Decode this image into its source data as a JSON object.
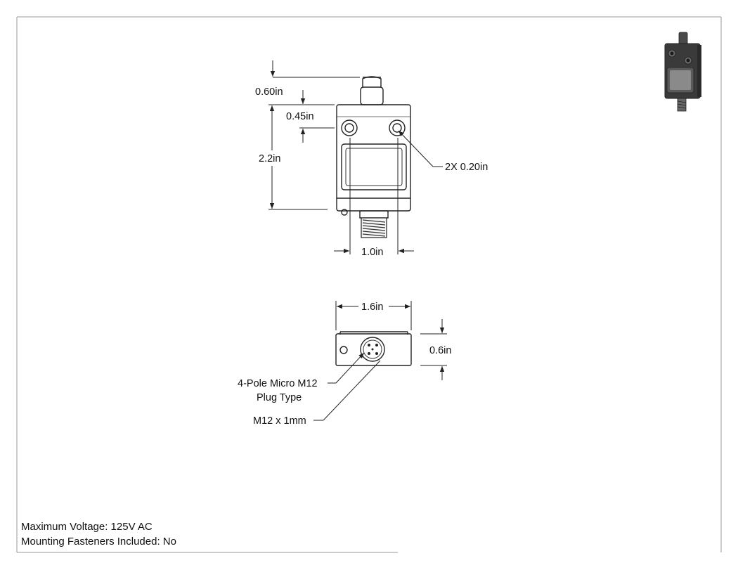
{
  "top_view": {
    "dim_plunger_height": "0.60in",
    "dim_hole_offset": "0.45in",
    "dim_body_height": "2.2in",
    "dim_hole_callout": "2X 0.20in",
    "dim_body_width": "1.0in"
  },
  "bottom_view": {
    "dim_width": "1.6in",
    "dim_depth": "0.6in",
    "connector_callout_line1": "4-Pole Micro M12",
    "connector_callout_line2": "Plug Type",
    "thread_callout": "M12 x 1mm"
  },
  "specs": {
    "max_voltage": "Maximum Voltage: 125V AC",
    "fasteners": "Mounting Fasteners Included: No"
  },
  "colors": {
    "line": "#222222",
    "thumbnail_body": "#3a3a3a"
  }
}
